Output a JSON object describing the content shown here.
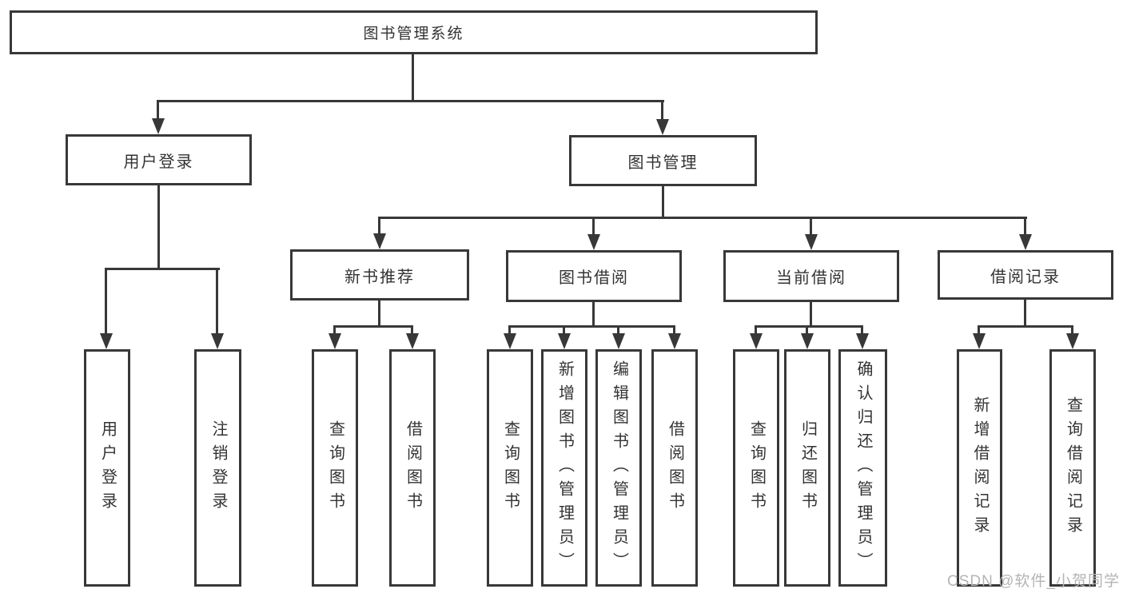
{
  "nodes": {
    "root": "图书管理系统",
    "user_login": "用户登录",
    "book_mgmt": "图书管理",
    "new_book_rec": "新书推荐",
    "book_borrowing": "图书借阅",
    "current_borrowing": "当前借阅",
    "borrow_records": "借阅记录",
    "leaf_user_login": "用户登录",
    "leaf_logout": "注销登录",
    "leaf_rec_query_books": "查询图书",
    "leaf_rec_borrow_books": "借阅图书",
    "leaf_bor_query_books": "查询图书",
    "leaf_bor_add_books": "新增图书（管理员）",
    "leaf_bor_edit_books": "编辑图书（管理员）",
    "leaf_bor_borrow_books": "借阅图书",
    "leaf_cur_query_books": "查询图书",
    "leaf_cur_return_books": "归还图书",
    "leaf_cur_confirm_return": "确认归还（管理员）",
    "leaf_log_add_record": "新增借阅记录",
    "leaf_log_query_record": "查询借阅记录"
  },
  "watermark": "CSDN @软件_小贺同学",
  "colors": {
    "line": "#383838",
    "text": "#333333",
    "watermark": "#b4b4b4",
    "background": "#ffffff"
  }
}
